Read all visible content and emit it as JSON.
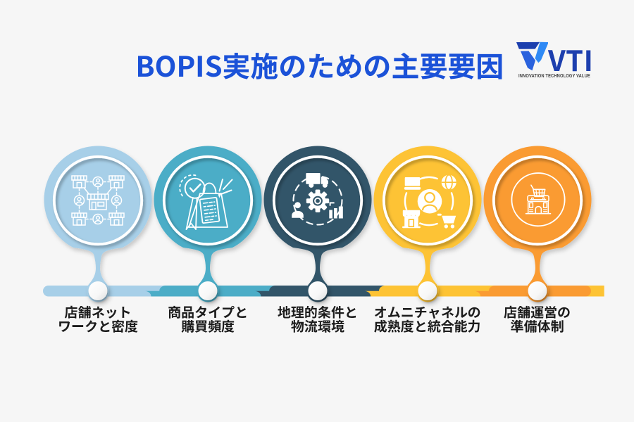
{
  "page": {
    "title": "BOPIS実施のための主要要因",
    "title_color": "#1b52d8",
    "background": "#f6f6f6"
  },
  "logo": {
    "brand": "VTI",
    "tagline": "INNOVATION TECHNOLOGY VALUE",
    "mark_dark": "#1c3fae",
    "mark_mid": "#2a62dd",
    "mark_light": "#2e89f5",
    "text_color": "#1d3fae",
    "tagline_color": "#3f3f3f"
  },
  "items": [
    {
      "label_line1": "店舗ネット",
      "label_line2": "ワークと密度",
      "color": "#a7cfe8",
      "icon": "store-network-icon"
    },
    {
      "label_line1": "商品タイプと",
      "label_line2": "購買頻度",
      "color": "#4cadc7",
      "icon": "product-award-list-icon"
    },
    {
      "label_line1": "地理的条件と",
      "label_line2": "物流環境",
      "color": "#325569",
      "icon": "logistics-gear-truck-icon"
    },
    {
      "label_line1": "オムニチャネルの",
      "label_line2": "成熟度と統合能力",
      "color": "#fdc334",
      "icon": "omnichannel-flow-icon"
    },
    {
      "label_line1": "店舗運営の",
      "label_line2": "準備体制",
      "color": "#fa9b32",
      "icon": "store-readiness-icon"
    }
  ],
  "label_text_color": "#1c1c1c"
}
